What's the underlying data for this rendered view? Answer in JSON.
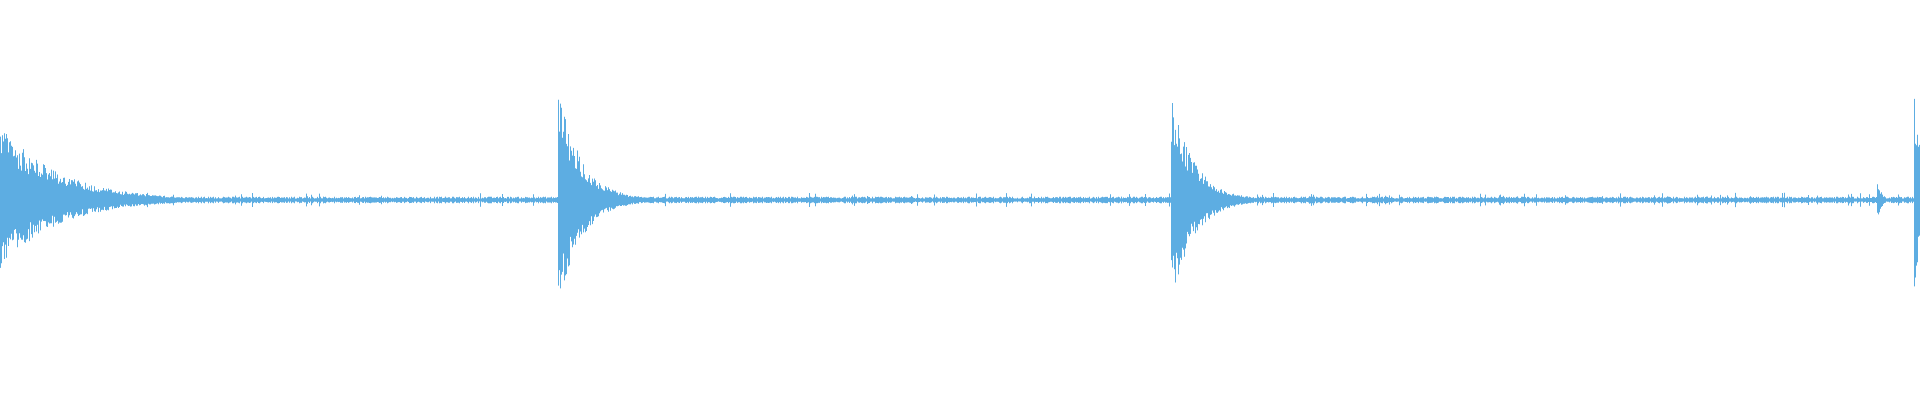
{
  "waveform": {
    "color": "#5dade2",
    "background": "#ffffff",
    "center_line": 0.5,
    "transients": [
      {
        "time": 0.0,
        "peak_up": 0.38,
        "peak_down": 0.34,
        "decay": 0.03
      },
      {
        "time": 0.291,
        "peak_up": 0.55,
        "peak_down": 0.54,
        "decay": 0.012
      },
      {
        "time": 0.61,
        "peak_up": 0.51,
        "peak_down": 0.51,
        "decay": 0.012
      },
      {
        "time": 0.978,
        "peak_up": 0.1,
        "peak_down": 0.1,
        "decay": 0.002
      },
      {
        "time": 0.997,
        "peak_up": 0.53,
        "peak_down": 0.53,
        "decay": 0.004
      }
    ],
    "noise_floor": 0.012
  }
}
